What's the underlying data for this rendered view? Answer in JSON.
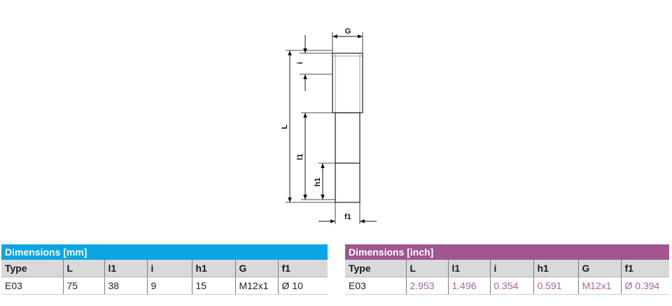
{
  "drawing": {
    "labels": {
      "G": "G",
      "i": "i",
      "L": "L",
      "l1": "l1",
      "h1": "h1",
      "f1": "f1"
    }
  },
  "table_mm": {
    "title": "Dimensions [mm]",
    "color": "#0ba5e3",
    "headers": [
      "Type",
      "L",
      "l1",
      "i",
      "h1",
      "G",
      "f1"
    ],
    "row": [
      "E03",
      "75",
      "38",
      "9",
      "15",
      "M12x1",
      "Ø 10"
    ]
  },
  "table_inch": {
    "title": "Dimensions [inch]",
    "color": "#a1568f",
    "headers": [
      "Type",
      "L",
      "l1",
      "i",
      "h1",
      "G",
      "f1"
    ],
    "row": [
      "E03",
      "2.953",
      "1.496",
      "0.354",
      "0.591",
      "M12x1",
      "Ø 0.394"
    ]
  }
}
